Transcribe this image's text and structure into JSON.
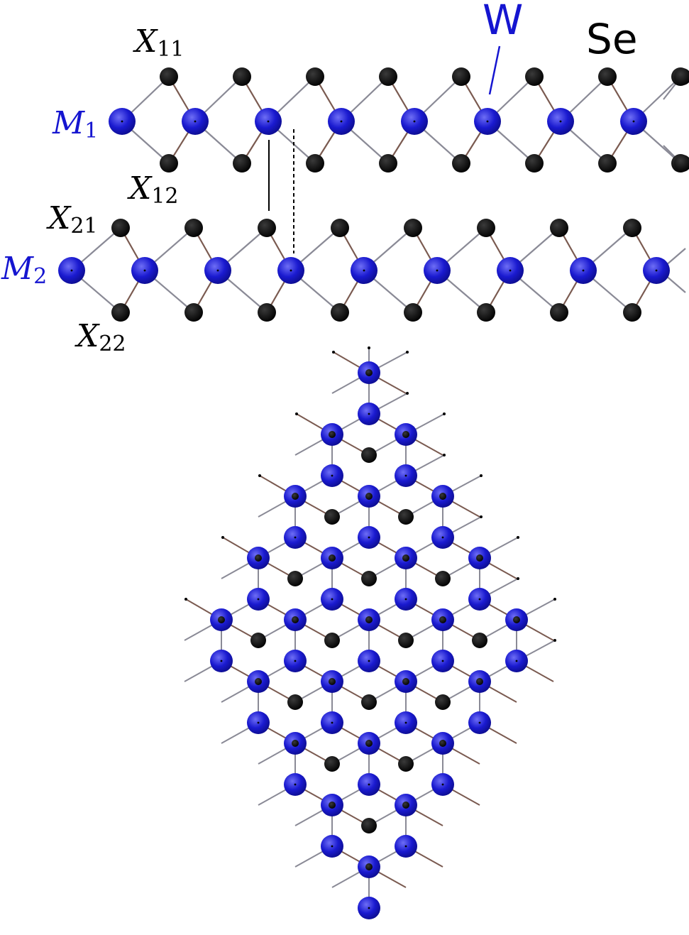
{
  "labels": {
    "m1": {
      "main": "M",
      "sub": "1"
    },
    "m2": {
      "main": "M",
      "sub": "2"
    },
    "x11": {
      "main": "X",
      "sub": "11"
    },
    "x12": {
      "main": "X",
      "sub": "12"
    },
    "x21": {
      "main": "X",
      "sub": "21"
    },
    "x22": {
      "main": "X",
      "sub": "22"
    },
    "metal_element": "W",
    "chalcogen_element": "Se"
  },
  "colors": {
    "metal": "#1a1ad0",
    "metal_highlight": "#6e6ef5",
    "chalcogen": "#000000",
    "bond": "#8a8a96",
    "bond_alt": "#7a5a50",
    "label_metal": "#1515d0",
    "label_text": "#000000"
  },
  "top_layers": {
    "metal_columns": 8,
    "bottom_layer_shift": "right"
  },
  "top_view": {
    "rows": 9,
    "shape": "rhombus",
    "stacking": "2H"
  }
}
